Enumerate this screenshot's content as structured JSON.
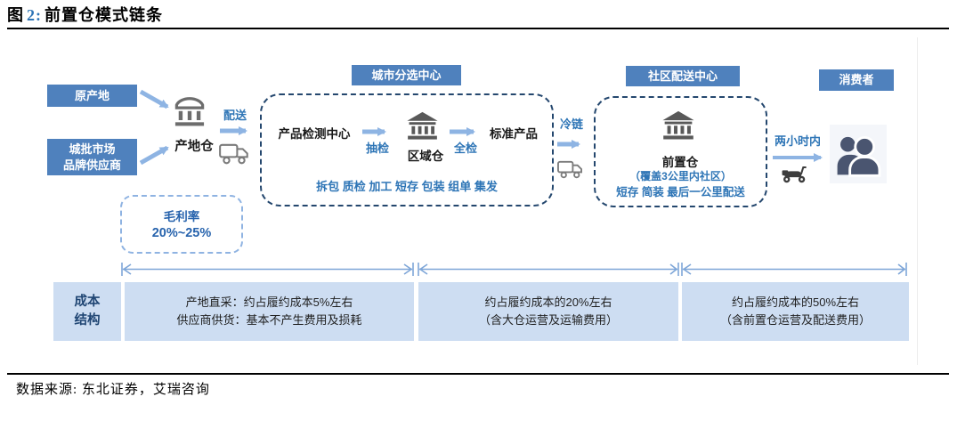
{
  "title": {
    "figure_label": "图",
    "number": "2:",
    "text": "前置仓模式链条"
  },
  "chain": {
    "origin_box": "原产地",
    "supplier_line1": "城批市场",
    "supplier_line2": "品牌供应商",
    "origin_warehouse": "产地仓",
    "delivery": "配送"
  },
  "city_center": {
    "header": "城市分选中心",
    "inspection_center": "产品检测中心",
    "sampling_check": "抽检",
    "regional_warehouse": "区域仓",
    "full_check": "全检",
    "standard_product": "标准产品",
    "operations": "拆包 质检 加工 短存 包装 组单 集发"
  },
  "cold_chain_label": "冷链",
  "community": {
    "header": "社区配送中心",
    "front_warehouse": "前置仓",
    "coverage": "（覆盖3公里内社区）",
    "operations": "短存 简装 最后一公里配送"
  },
  "consumer": {
    "header": "消费者",
    "delivery_time": "两小时内"
  },
  "gross_margin": {
    "label": "毛利率",
    "value": "20%~25%"
  },
  "cost_structure": {
    "label_line1": "成本",
    "label_line2": "结构",
    "box1_line1": "产地直采：约占履约成本5%左右",
    "box1_line2": "供应商供货：基本不产生费用及损耗",
    "box2_line1": "约占履约成本的20%左右",
    "box2_line2": "（含大仓运营及运输费用）",
    "box3_line1": "约占履约成本的50%左右",
    "box3_line2": "（含前置仓运营及配送费用）"
  },
  "footer": {
    "source": "数据来源: 东北证券，艾瑞咨询"
  },
  "colors": {
    "header_blue": "#4f81bd",
    "light_blue_box": "#cdddf2",
    "annotation_blue": "#2e75b6",
    "arrow_blue": "#8eb4e3",
    "measure_arrow_blue": "#7ea6d8",
    "dashed_navy": "#24476e",
    "dashed_light_blue": "#8fb3e2",
    "cost_label_navy": "#1f4573",
    "icon_gray": "#6d6d6d",
    "people_slate": "#4a5570",
    "title_number_blue": "#2e75b6"
  }
}
